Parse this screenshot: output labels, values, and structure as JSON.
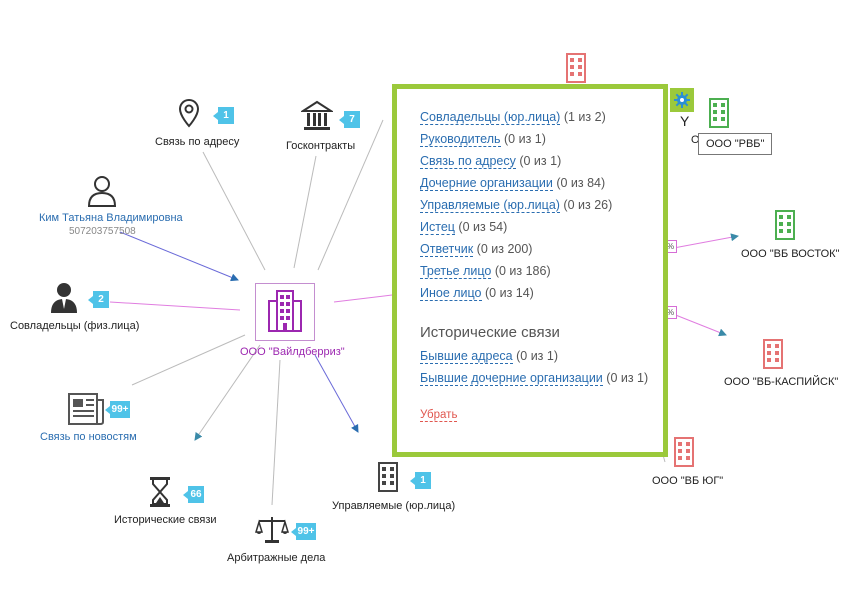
{
  "center": {
    "label": "ООО \"Вайлдберриз\""
  },
  "nodes": {
    "address": {
      "label": "Связь по адресу",
      "count": "1"
    },
    "goscontracts": {
      "label": "Госконтракты",
      "count": "7"
    },
    "person": {
      "name": "Ким Татьяна Владимировна",
      "inn": "507203757508"
    },
    "coowners_phys": {
      "label": "Совладельцы (физ.лица)",
      "count": "2"
    },
    "news": {
      "label": "Связь по новостям",
      "count": "99+"
    },
    "historical": {
      "label": "Исторические связи",
      "count": "66"
    },
    "arbitration": {
      "label": "Арбитражные дела",
      "count": "99+"
    },
    "managed": {
      "label": "Управляемые (юр.лица)",
      "count": "1"
    },
    "rvb_short": {
      "label": "О"
    },
    "vb_vostok": {
      "label": "ООО \"ВБ ВОСТОК\""
    },
    "vb_kaspiysk": {
      "label": "ООО \"ВБ-КАСПИЙСК\""
    },
    "vb_yug": {
      "label": "ООО \"ВБ ЮГ\""
    }
  },
  "edge_percents": [
    "%",
    "%"
  ],
  "popup": {
    "links": [
      {
        "text": "Совладельцы (юр.лица)",
        "count": "(1 из 2)"
      },
      {
        "text": "Руководитель",
        "count": "(0 из 1)"
      },
      {
        "text": "Связь по адресу",
        "count": "(0 из 1)"
      },
      {
        "text": "Дочерние организации",
        "count": "(0 из 84)"
      },
      {
        "text": "Управляемые (юр.лица)",
        "count": "(0 из 26)"
      },
      {
        "text": "Истец",
        "count": "(0 из 54)"
      },
      {
        "text": "Ответчик",
        "count": "(0 из 200)"
      },
      {
        "text": "Третье лицо",
        "count": "(0 из 186)"
      },
      {
        "text": "Иное лицо",
        "count": "(0 из 14)"
      }
    ],
    "historical_heading": "Исторические связи",
    "historical_links": [
      {
        "text": "Бывшие адреса",
        "count": "(0 из 1)"
      },
      {
        "text": "Бывшие дочерние организации",
        "count": "(0 из 1)"
      }
    ],
    "remove_label": "Убрать"
  },
  "tooltip": {
    "text": "ООО \"РВБ\""
  },
  "icons": {
    "gear": "gear-icon",
    "building": "building-icon",
    "map-pin": "map-pin-icon",
    "government": "government-building-icon",
    "person": "person-icon",
    "businessman": "businessman-icon",
    "newspaper": "newspaper-icon",
    "hourglass": "hourglass-icon",
    "scales": "scales-icon"
  },
  "colors": {
    "accent": "#9bc93b",
    "badge": "#4fc3e8",
    "center": "#9c27b0",
    "link": "#2a6db0",
    "remove": "#e0574f",
    "company_green": "#4caf50",
    "company_red": "#e57373"
  }
}
